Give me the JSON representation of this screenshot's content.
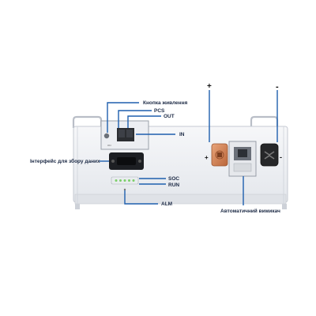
{
  "labels": {
    "power_button": "Кнопка живлення",
    "pcs": "PCS",
    "out": "OUT",
    "in": "IN",
    "data_interface": "Інтерфейс для збору даних",
    "soc": "SOC",
    "run": "RUN",
    "alm": "ALM",
    "auto_switch": "Автоматичний вимикач",
    "plus_top": "+",
    "minus_top": "-",
    "plus_terminal": "+",
    "minus_terminal": "-"
  },
  "colors": {
    "leader_line": "#1e5fae",
    "chassis": "#eef0f4",
    "positive_terminal": "#d88a5a",
    "negative_terminal": "#2a2a2a",
    "indicator_led": "#7ccf6a"
  },
  "indicator_leds": 5
}
